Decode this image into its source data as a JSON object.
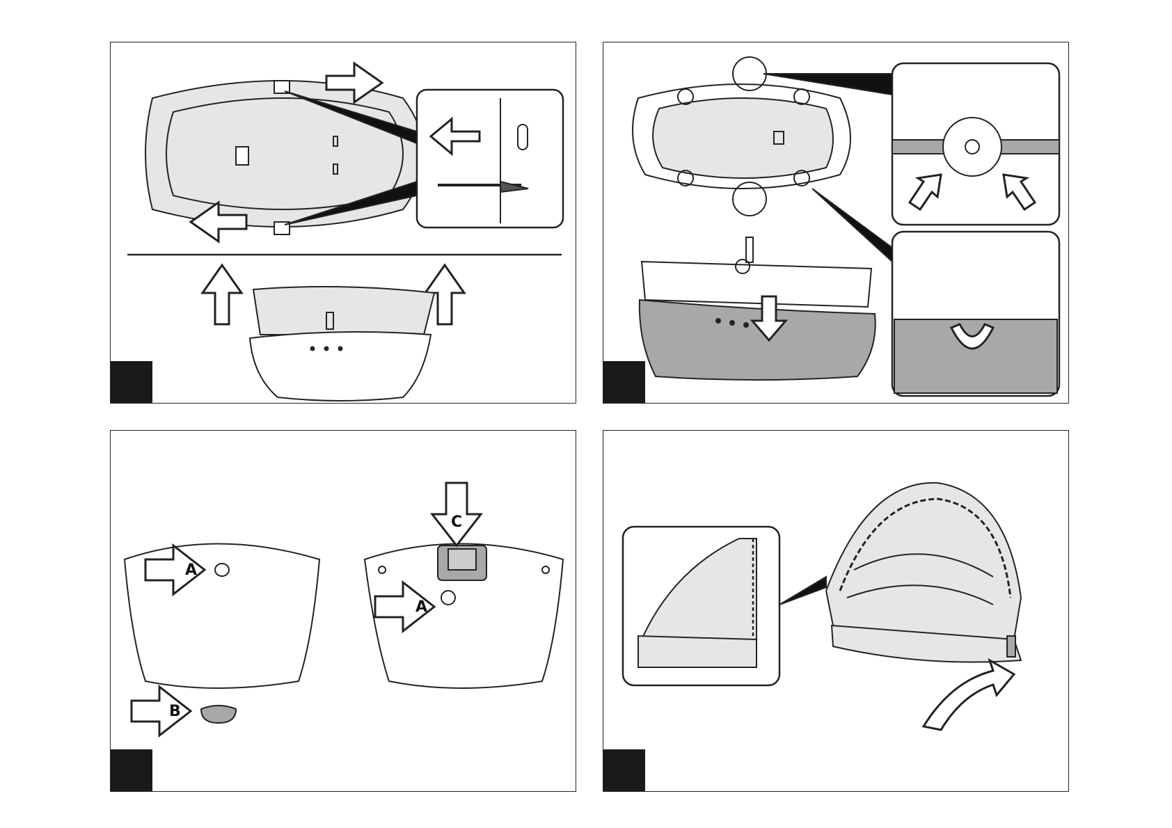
{
  "panels": [
    {
      "id": "panel-1",
      "callouts": []
    },
    {
      "id": "panel-2",
      "callouts": []
    },
    {
      "id": "panel-3",
      "callouts": [
        {
          "label": "A"
        },
        {
          "label": "B"
        },
        {
          "label": "A"
        },
        {
          "label": "C"
        }
      ]
    },
    {
      "id": "panel-4",
      "callouts": []
    }
  ],
  "colors": {
    "line": "#222222",
    "fill_light": "#e6e6e6",
    "fill_mid": "#a8a8a8",
    "step_box": "#1a1a1a"
  }
}
